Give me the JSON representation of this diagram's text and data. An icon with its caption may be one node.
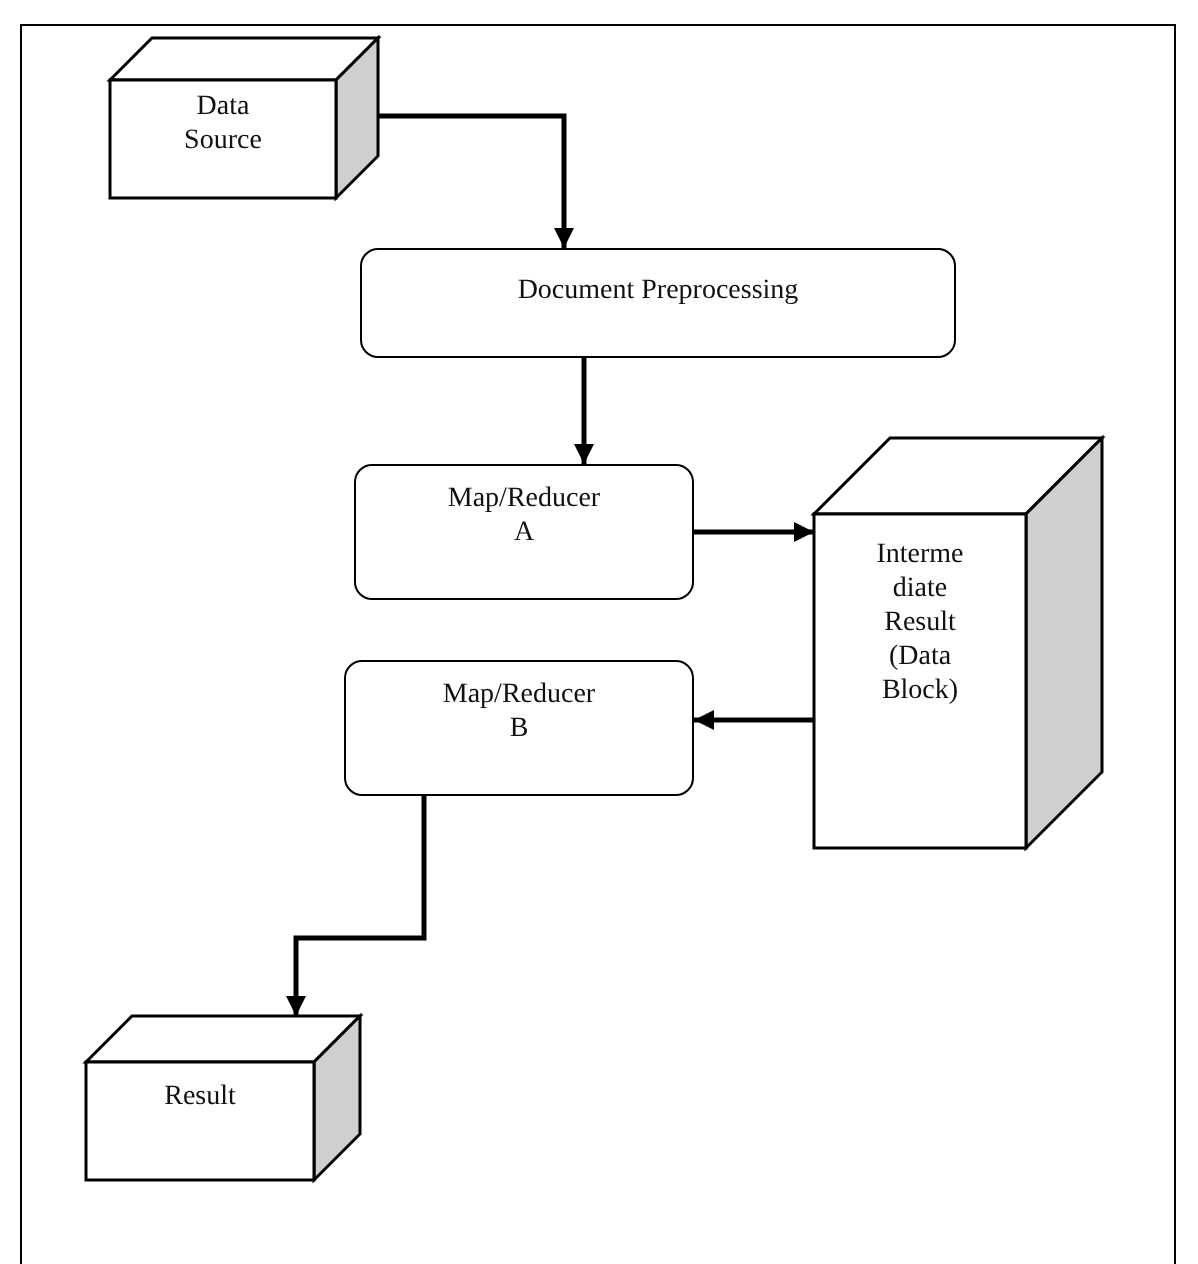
{
  "diagram": {
    "nodes": [
      {
        "text": [
          "Data Source"
        ]
      },
      {
        "text": [
          "Document Preprocessing"
        ]
      },
      {
        "text": [
          "Map/Reducer A"
        ]
      },
      {
        "text": [
          "Interme diate Result (Data Block)"
        ]
      },
      {
        "text": [
          "Map/Reducer B"
        ]
      },
      {
        "text": [
          "Result"
        ]
      }
    ],
    "edges": [
      {
        "from": 0,
        "to": 1,
        "arrow": "to"
      },
      {
        "from": 1,
        "to": 2,
        "arrow": "to"
      },
      {
        "from": 2,
        "to": 3,
        "arrow": "to"
      },
      {
        "from": 3,
        "to": 4,
        "arrow": "to"
      },
      {
        "from": 4,
        "to": 5,
        "arrow": "to"
      }
    ]
  }
}
